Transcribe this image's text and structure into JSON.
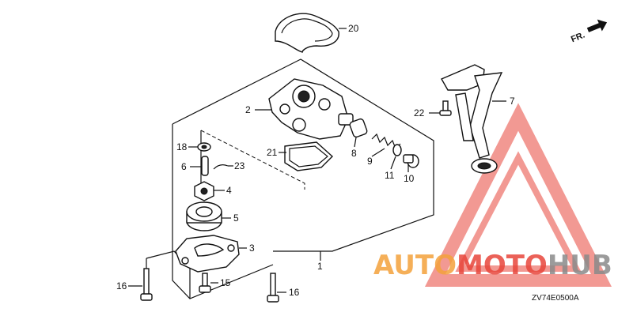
{
  "diagram": {
    "callouts": [
      "1",
      "2",
      "3",
      "4",
      "5",
      "6",
      "7",
      "8",
      "9",
      "10",
      "11",
      "15",
      "16",
      "16",
      "18",
      "20",
      "21",
      "22",
      "23"
    ],
    "direction_label": "FR.",
    "diagram_code": "ZV74E0500A"
  },
  "watermark": {
    "text_a": "AUTO",
    "text_b": "MOTO",
    "text_c": "HUB",
    "color_orange": "#f4a23c",
    "color_red": "#e8463c",
    "color_gray": "#8a8a8a"
  }
}
